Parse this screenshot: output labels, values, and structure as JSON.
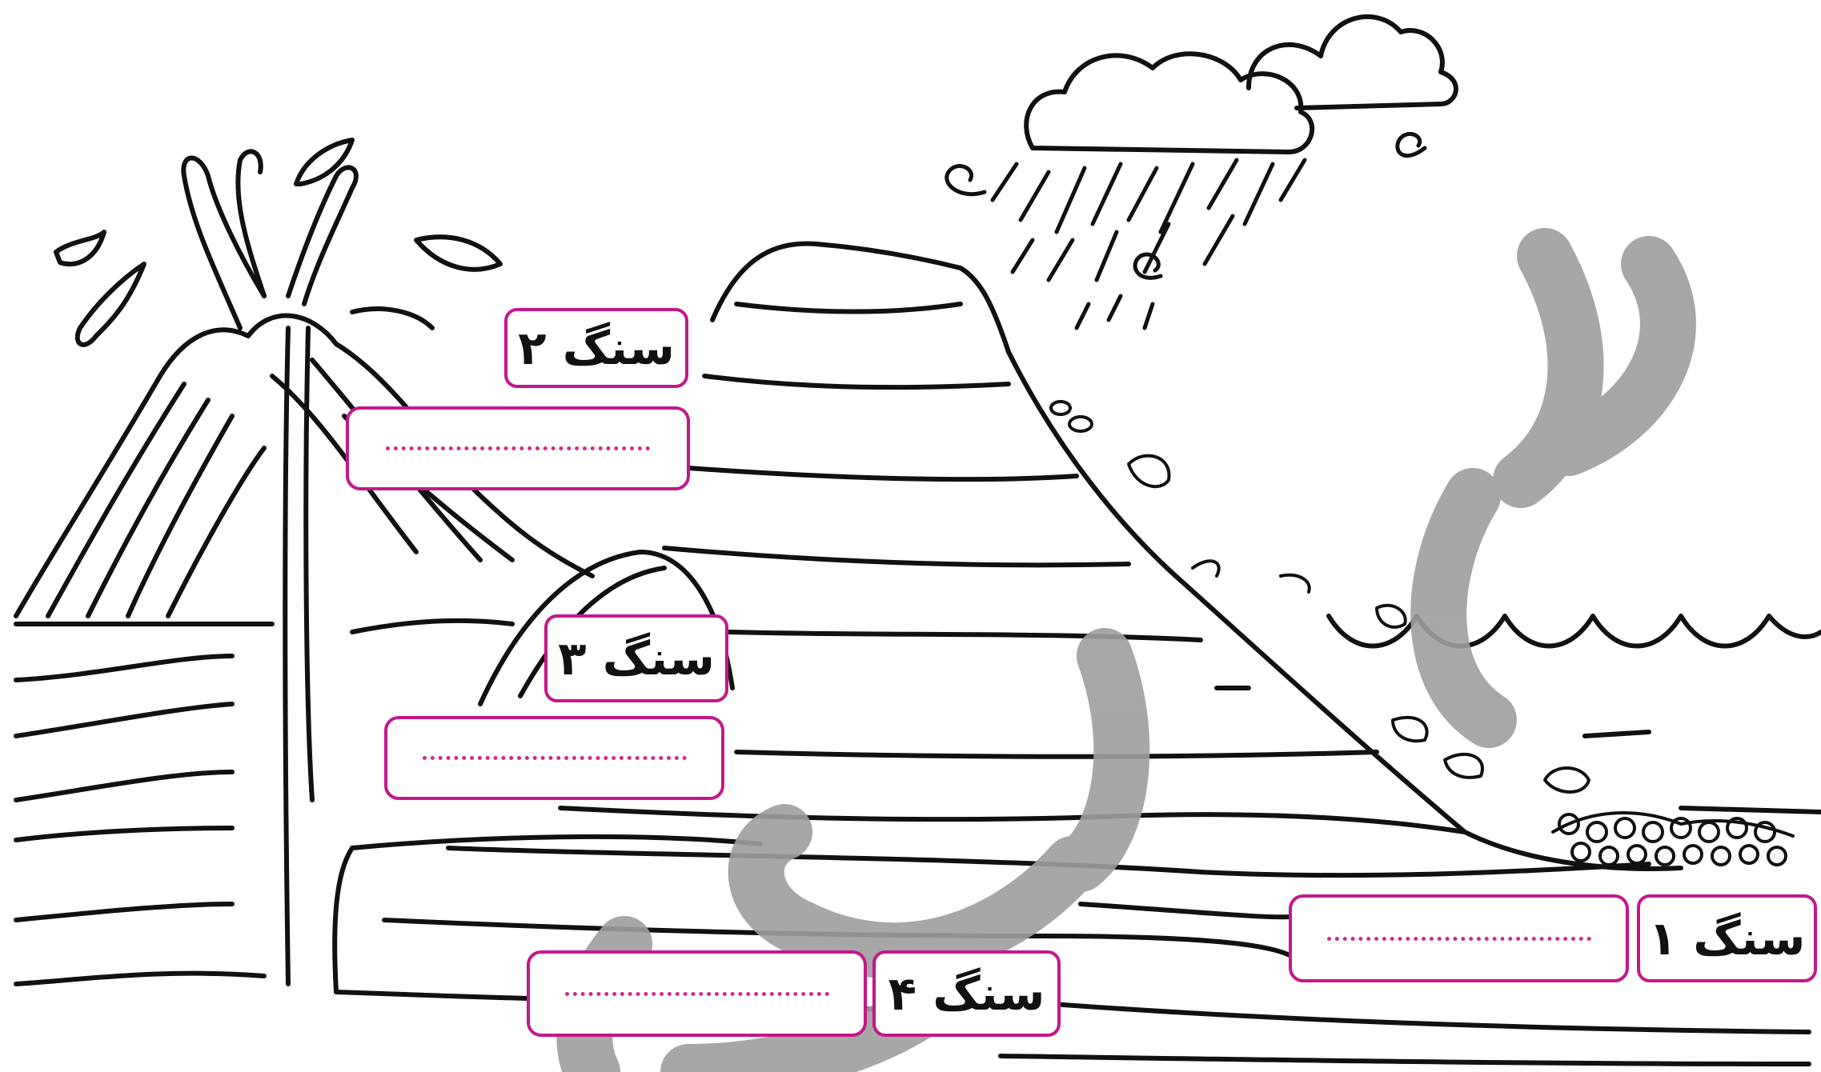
{
  "labels": {
    "rock1": "سنگ ۱",
    "rock2": "سنگ ۲",
    "rock3": "سنگ ۳",
    "rock4": "سنگ ۴"
  },
  "colors": {
    "box_border": "#c2188a",
    "answer_dots": "#d12a8e",
    "line_art": "#111111",
    "watermark": "#9e9e9e"
  },
  "icons": [
    "cloud-icon",
    "rain-icon",
    "wind-swirl-icon",
    "volcano-icon",
    "sea-wave-icon",
    "pebbles-icon"
  ]
}
